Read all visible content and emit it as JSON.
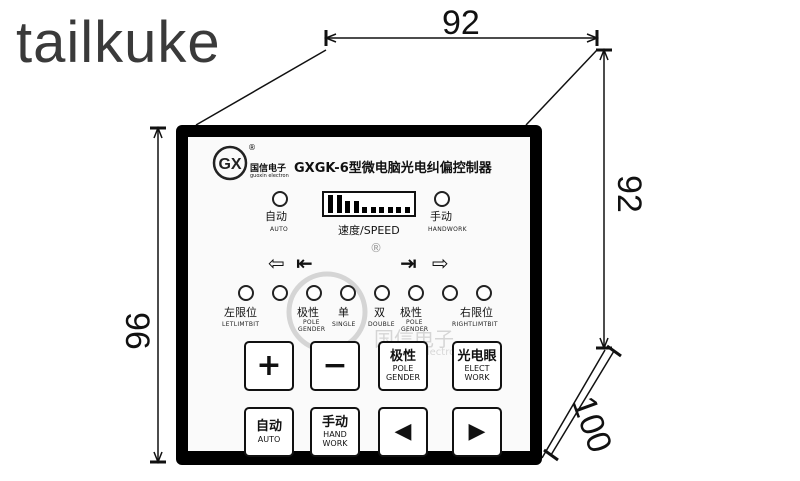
{
  "brand": "tailkuke",
  "dimensions": {
    "width": "92",
    "depth": "92",
    "height": "96",
    "length": "100"
  },
  "logo": {
    "reg": "®",
    "company": "国信电子",
    "company_en": "guoxin electron"
  },
  "model_title": "GXGK-6型微电脑光电纠偏控制器",
  "speed_label": "速度/SPEED",
  "speed_level_fraction": 0.5,
  "reg_mark": "®",
  "auto": {
    "cn": "自动",
    "en": "AUTO"
  },
  "handwork": {
    "cn": "手动",
    "en": "HANDWORK"
  },
  "indicators": {
    "left_limit": {
      "cn": "左限位",
      "en": "LETLIMTBIT"
    },
    "pole1": {
      "cn": "极性",
      "en1": "POLE",
      "en2": "GENDER"
    },
    "single": {
      "cn": "单",
      "en": "SINGLE"
    },
    "double": {
      "cn": "双",
      "en": "DOUBLE"
    },
    "pole2": {
      "cn": "极性",
      "en1": "POLE",
      "en2": "GENDER"
    },
    "right_limit": {
      "cn": "右限位",
      "en": "RIGHTLIMTBIT"
    }
  },
  "watermark": {
    "cn": "国信电子",
    "en": "guoxin electron"
  },
  "buttons": {
    "plus": "+",
    "minus": "−",
    "pole": {
      "cn": "极性",
      "en1": "POLE",
      "en2": "GENDER"
    },
    "elect": {
      "cn": "光电眼",
      "en1": "ELECT",
      "en2": "WORK"
    },
    "auto": {
      "cn": "自动",
      "en": "AUTO"
    },
    "hand": {
      "cn": "手动",
      "en1": "HAND",
      "en2": "WORK"
    },
    "left": "◀",
    "right": "▶"
  },
  "colors": {
    "panel_frame": "#000000",
    "face": "#fafafa",
    "line": "#111111"
  }
}
